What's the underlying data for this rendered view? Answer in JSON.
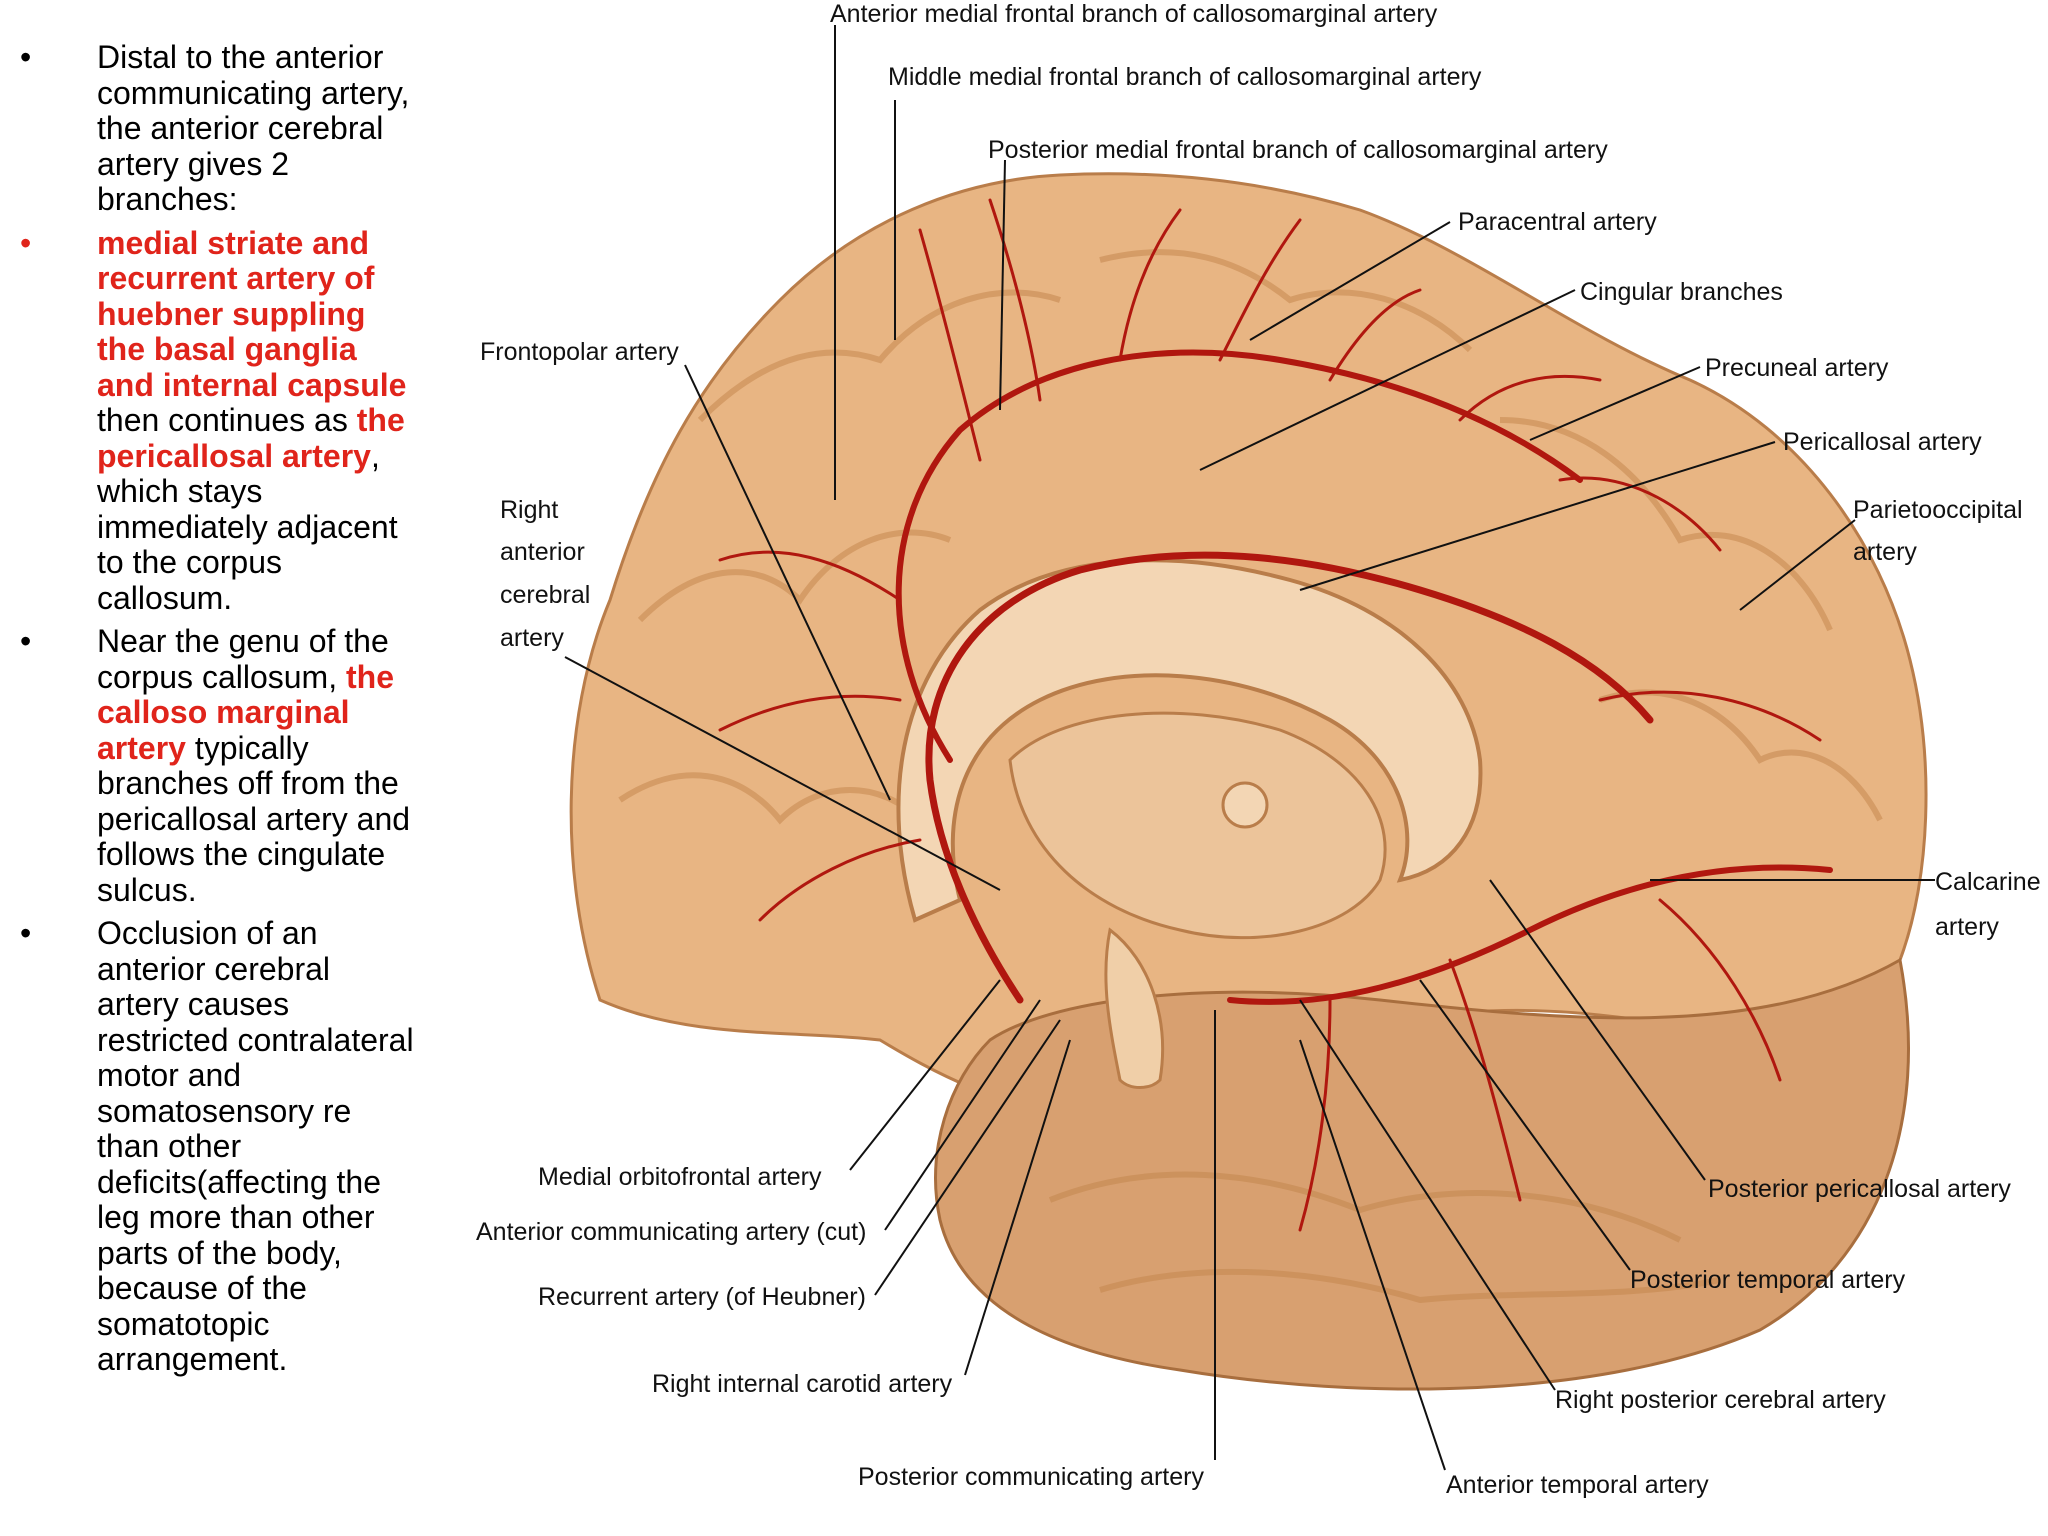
{
  "text_panel": {
    "b1": "Distal to the anterior communicating artery, the anterior cerebral artery gives 2 branches:",
    "b2_red": "medial striate and recurrent artery of huebner suppling the basal ganglia and internal capsule",
    "b2_a": " then continues as ",
    "b2_red2": "the pericallosal artery",
    "b2_b": ", which stays immediately adjacent to the corpus callosum.",
    "b3_a": " Near the genu of the corpus callosum, ",
    "b3_red": "the calloso marginal artery",
    "b3_b": " typically branches off from the pericallosal artery and follows the cingulate sulcus.",
    "b4": "Occlusion of an anterior cerebral artery causes restricted contralateral motor and somatosensory re than other deficits(affecting the leg more than other parts of the body, because of the somatotopic arrangement."
  },
  "figure_labels": {
    "ant_med_frontal": "Anterior medial frontal branch of callosomarginal artery",
    "mid_med_frontal": "Middle medial frontal branch of callosomarginal artery",
    "post_med_frontal": "Posterior medial frontal branch of callosomarginal artery",
    "paracentral": "Paracentral artery",
    "cingular": "Cingular branches",
    "frontopolar": "Frontopolar artery",
    "precuneal": "Precuneal artery",
    "pericallosal": "Pericallosal artery",
    "parieto_1": "Parietooccipital",
    "parieto_2": "artery",
    "right_ant_1": "Right",
    "right_ant_2": "anterior",
    "right_ant_3": "cerebral",
    "right_ant_4": "artery",
    "calcarine_1": "Calcarine",
    "calcarine_2": "artery",
    "medial_orbitofrontal": "Medial orbitofrontal artery",
    "ant_communicating": "Anterior communicating artery (cut)",
    "recurrent": "Recurrent artery (of Heubner)",
    "right_internal_carotid": "Right internal carotid artery",
    "post_communicating": "Posterior communicating artery",
    "post_pericallosal": "Posterior pericallosal artery",
    "post_temporal": "Posterior temporal artery",
    "right_post_cerebral": "Right posterior cerebral artery",
    "ant_temporal": "Anterior temporal artery"
  },
  "colors": {
    "brain": "#e8b583",
    "brain_dark": "#c98d5a",
    "artery": "#b0170f",
    "highlight_text": "#e0241b"
  }
}
